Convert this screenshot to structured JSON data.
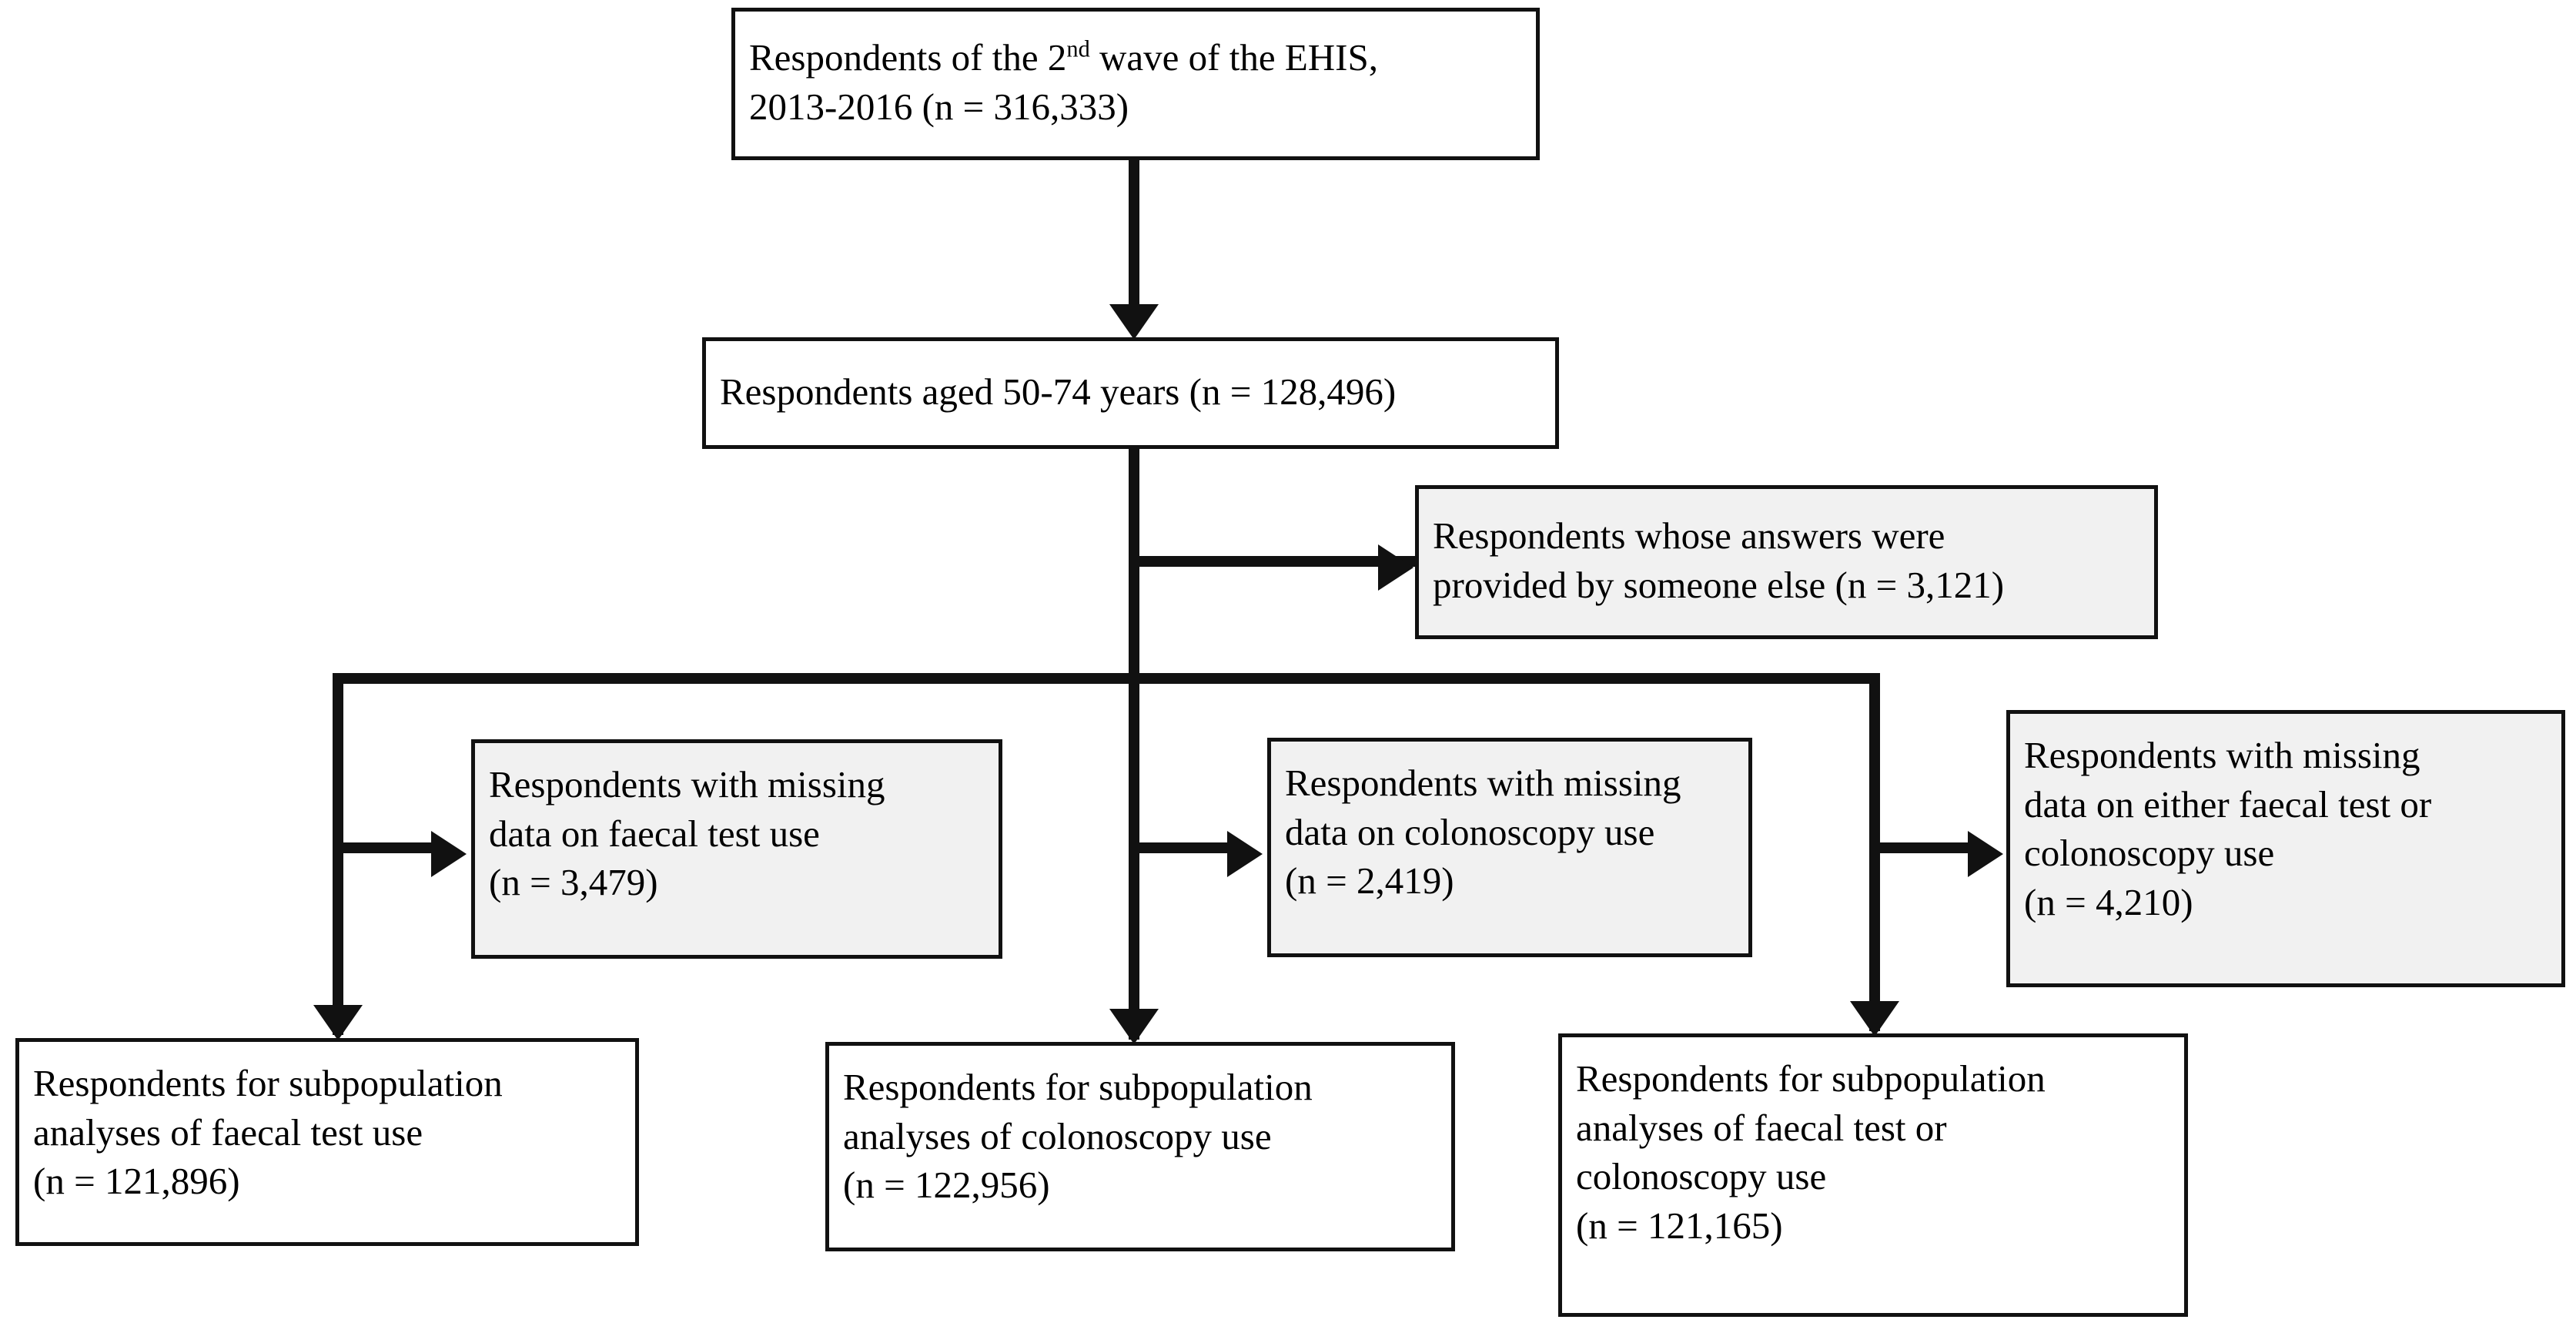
{
  "figure": {
    "type": "flowchart",
    "title": "EHIS wave 2 study population selection flow diagram",
    "colors": {
      "line": "#111111",
      "box_border": "#111111",
      "included_fill": "#ffffff",
      "excluded_fill": "#f1f1f1",
      "text": "#000000"
    }
  },
  "nodes": {
    "source": {
      "id": "source-population",
      "kind": "included",
      "line1_prefix": "Respondents of the 2",
      "line1_sup": "nd",
      "line1_suffix": " wave of the EHIS,",
      "line2": "2013-2016 (n = 316,333)",
      "n": "316,333"
    },
    "age_eligible": {
      "id": "age-eligible",
      "kind": "included",
      "text": "Respondents aged 50-74 years (n = 128,496)",
      "n": "128,496"
    },
    "excluded_proxy": {
      "id": "excluded-proxy-answers",
      "kind": "excluded",
      "line1": "Respondents whose answers were",
      "line2": "provided by someone else (n = 3,121)",
      "n": "3,121"
    },
    "excluded_faecal": {
      "id": "excluded-missing-faecal",
      "kind": "excluded",
      "line1": "Respondents with missing",
      "line2": "data on faecal test use",
      "line3": "(n = 3,479)",
      "n": "3,479"
    },
    "excluded_colonoscopy": {
      "id": "excluded-missing-colonoscopy",
      "kind": "excluded",
      "line1": "Respondents with missing",
      "line2": "data on colonoscopy use",
      "line3": "(n = 2,419)",
      "n": "2,419"
    },
    "excluded_either": {
      "id": "excluded-missing-either",
      "kind": "excluded",
      "line1": "Respondents with missing",
      "line2": "data on either faecal test or",
      "line3": "colonoscopy use",
      "line4": "(n = 4,210)",
      "n": "4,210"
    },
    "result_faecal": {
      "id": "subpopulation-faecal-test",
      "kind": "included",
      "line1": "Respondents for subpopulation",
      "line2": "analyses of faecal test use",
      "line3": "(n = 121,896)",
      "n": "121,896"
    },
    "result_colonoscopy": {
      "id": "subpopulation-colonoscopy",
      "kind": "included",
      "line1": "Respondents for subpopulation",
      "line2": "analyses of colonoscopy use",
      "line3": "(n = 122,956)",
      "n": "122,956"
    },
    "result_either": {
      "id": "subpopulation-either",
      "kind": "included",
      "line1": "Respondents for subpopulation",
      "line2": "analyses of faecal test or",
      "line3": "colonoscopy use",
      "line4": "(n = 121,165)",
      "n": "121,165"
    }
  }
}
